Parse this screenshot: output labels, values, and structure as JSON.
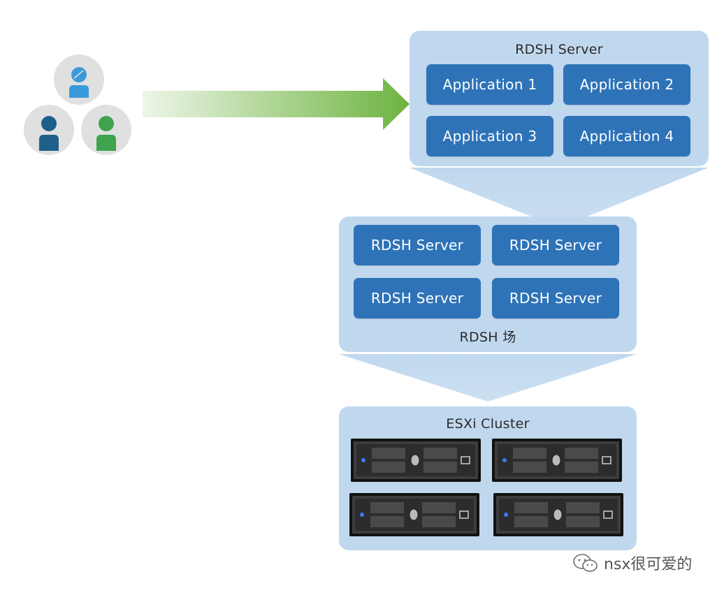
{
  "users": [
    {
      "icon": "user-icon",
      "color": "#3a9ad9"
    },
    {
      "icon": "user-icon",
      "color": "#1f5f8b"
    },
    {
      "icon": "user-icon",
      "color": "#3fa34d"
    }
  ],
  "arrow": {
    "icon": "arrow-right-icon",
    "color": "#6db33f"
  },
  "rdsh_server": {
    "title": "RDSH Server",
    "apps": [
      "Application 1",
      "Application 2",
      "Application 3",
      "Application 4"
    ]
  },
  "rdsh_farm": {
    "title": "RDSH 场",
    "servers": [
      "RDSH Server",
      "RDSH Server",
      "RDSH Server",
      "RDSH Server"
    ]
  },
  "esxi_cluster": {
    "title": "ESXi Cluster",
    "hosts": [
      {
        "icon": "rack-server-icon"
      },
      {
        "icon": "rack-server-icon"
      },
      {
        "icon": "rack-server-icon"
      },
      {
        "icon": "rack-server-icon"
      }
    ]
  },
  "watermark": {
    "icon": "wechat-icon",
    "text": "nsx很可爱的"
  },
  "colors": {
    "panel": "#c0d8ee",
    "button": "#2e73b8",
    "arrow": "#6db33f"
  }
}
